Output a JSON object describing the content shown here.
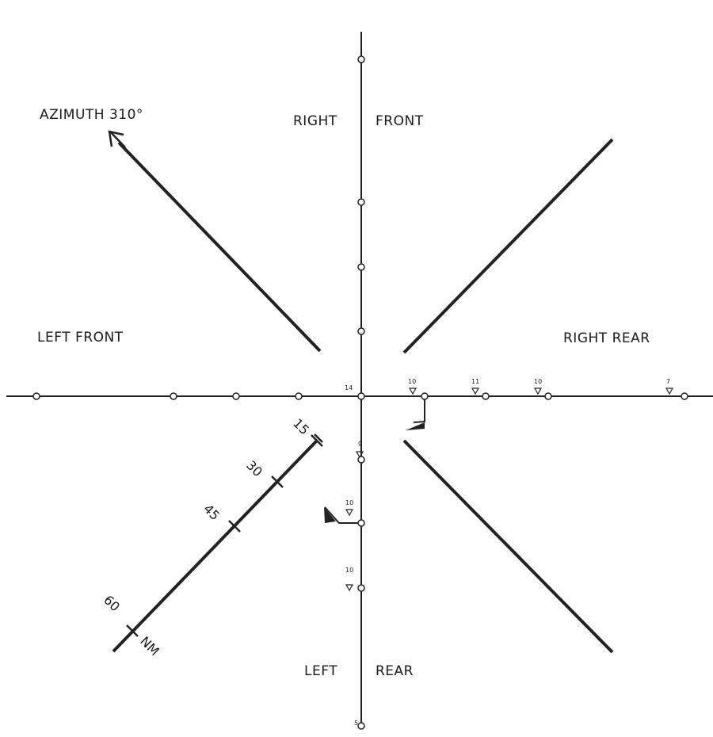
{
  "diagram": {
    "azimuth_label": "AZIMUTH 310°",
    "quadrants": {
      "right": "RIGHT",
      "front_top": "FRONT",
      "left_front": "LEFT FRONT",
      "right_rear": "RIGHT REAR",
      "left": "LEFT",
      "rear_bottom": "REAR"
    },
    "center_value": "14",
    "range_scale": {
      "ticks": [
        "15",
        "30",
        "45",
        "60"
      ],
      "unit": "NM"
    },
    "horizontal_axis_values": [
      "10",
      "11",
      "10",
      "7"
    ],
    "vertical_axis_values": [
      "9",
      "10",
      "10",
      "5"
    ]
  }
}
